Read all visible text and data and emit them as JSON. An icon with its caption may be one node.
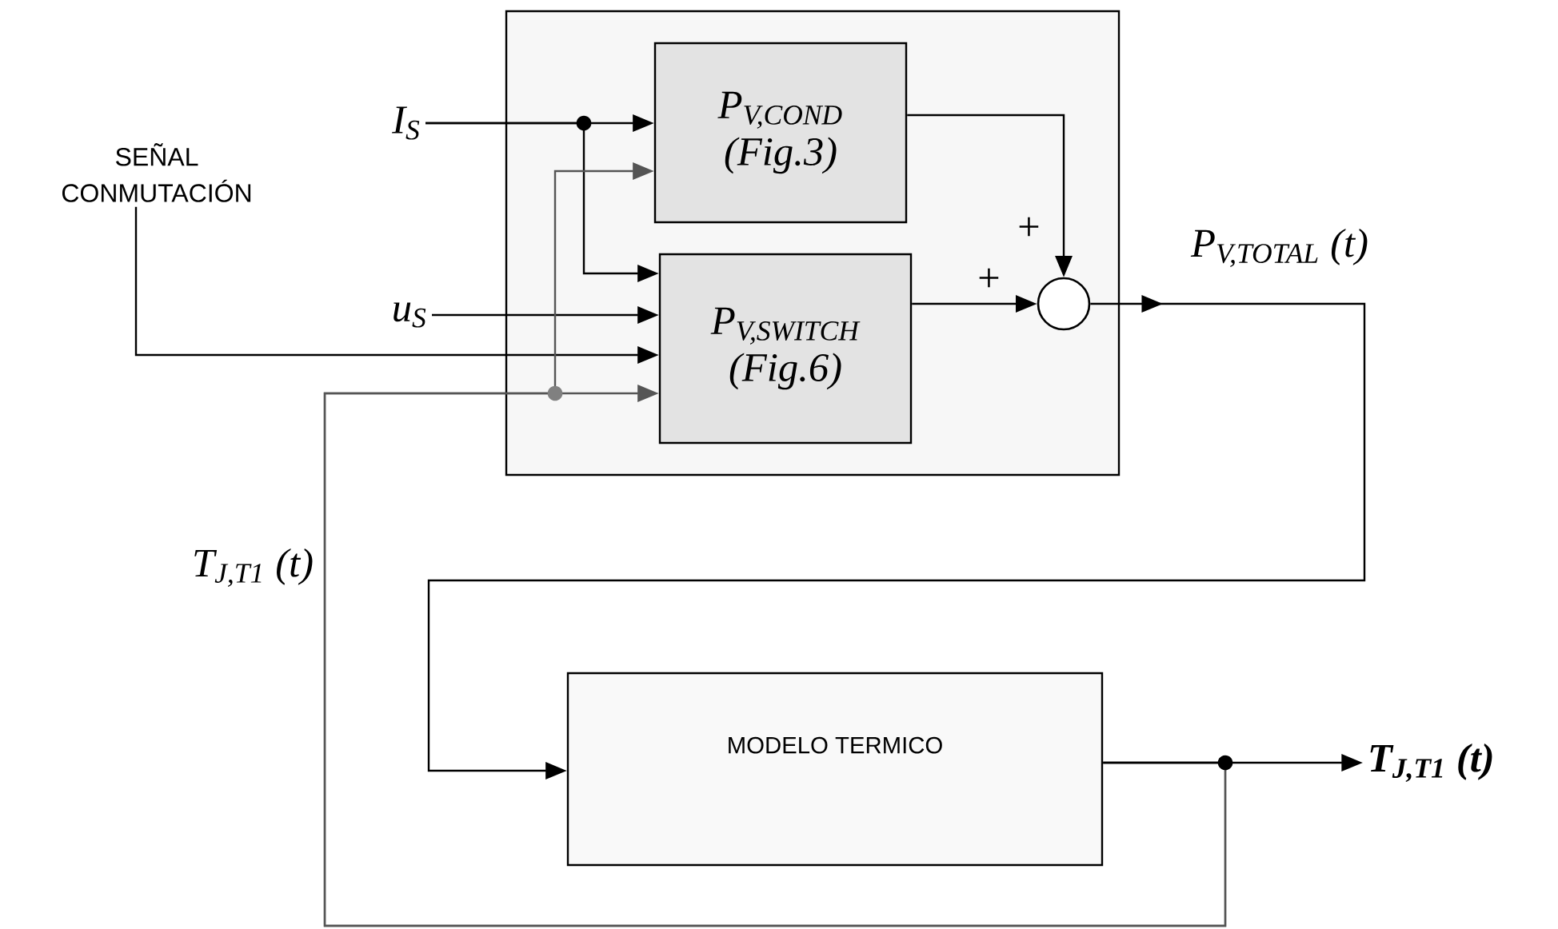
{
  "diagram": {
    "nodes": [
      {
        "text": [],
        "shape": "box"
      },
      {
        "text": [
          "P$_{V,COND}$",
          "(Fig.3)"
        ],
        "in": 0
      },
      {
        "text": [
          "P$_{V,SWITCH}$",
          "(Fig.6)"
        ],
        "in": 0
      },
      {
        "text": [],
        "shape": "circle",
        "in": 0
      },
      {
        "text": [
          "MODELO TERMICO"
        ]
      },
      {
        "text": [
          "I$_{S}$"
        ]
      },
      {
        "text": [
          "u$_{S}$"
        ]
      },
      {
        "text": [
          "SEÑAL CONMUTACIÓN"
        ]
      },
      {
        "text": [
          "T$_{J,T1}$ (t)"
        ]
      }
    ],
    "edges": [
      {
        "from": 5,
        "to": 1,
        "arrow": "to"
      },
      {
        "from": 5,
        "to": 2,
        "arrow": "to"
      },
      {
        "from": 6,
        "to": 2,
        "arrow": "to"
      },
      {
        "from": 7,
        "to": 2,
        "arrow": "to"
      },
      {
        "from": 4,
        "to": 1,
        "arrow": "to",
        "color": "#555555"
      },
      {
        "from": 4,
        "to": 2,
        "arrow": "to",
        "label": "T$_{J,T1}$ (t)",
        "color": "#555555"
      },
      {
        "from": 1,
        "to": 3,
        "arrow": "to",
        "label": "+"
      },
      {
        "from": 2,
        "to": 3,
        "arrow": "to",
        "label": "+"
      },
      {
        "from": 3,
        "to": 4,
        "arrow": "to",
        "label": "P$_{V,TOTAL}$ (t)"
      },
      {
        "from": 4,
        "to": 8,
        "arrow": "to"
      }
    ]
  }
}
